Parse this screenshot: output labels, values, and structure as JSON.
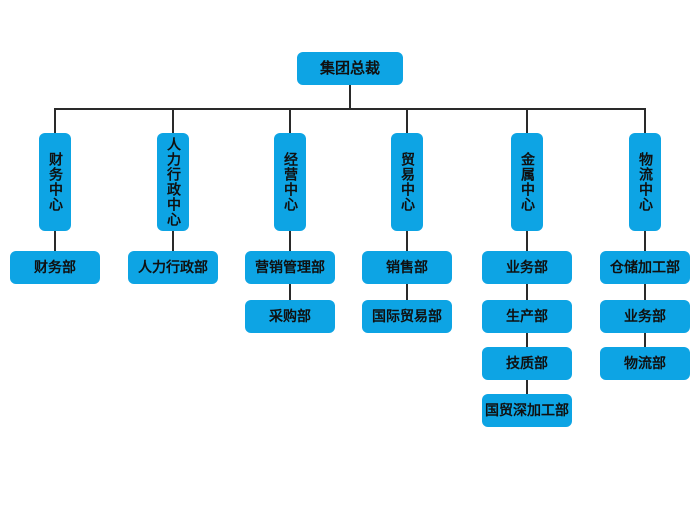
{
  "org_chart": {
    "root": {
      "label": "集团总裁"
    },
    "centers": [
      {
        "label": "财务中心",
        "departments": [
          "财务部"
        ]
      },
      {
        "label": "人力行政中心",
        "departments": [
          "人力行政部"
        ]
      },
      {
        "label": "经营中心",
        "departments": [
          "营销管理部",
          "采购部"
        ]
      },
      {
        "label": "贸易中心",
        "departments": [
          "销售部",
          "国际贸易部"
        ]
      },
      {
        "label": "金属中心",
        "departments": [
          "业务部",
          "生产部",
          "技质部",
          "国贸深加工部"
        ]
      },
      {
        "label": "物流中心",
        "departments": [
          "仓储加工部",
          "业务部",
          "物流部"
        ]
      }
    ],
    "colors": {
      "node_fill": "#0da4e4",
      "connector": "#2a2a2a",
      "text": "#101010",
      "background": "#ffffff"
    }
  }
}
